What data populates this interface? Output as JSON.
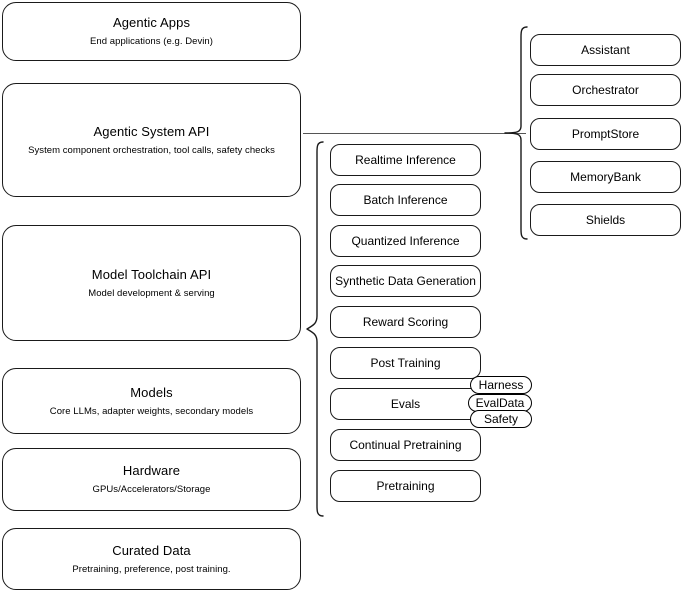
{
  "diagram": {
    "title": "Agentic stack layers",
    "stroke_color": "#1a1a1a",
    "connector_color": "#555555",
    "background": "#ffffff"
  },
  "layers": [
    {
      "name": "agentic-apps",
      "title": "Agentic Apps",
      "subtitle": "End applications (e.g. Devin)"
    },
    {
      "name": "agentic-system-api",
      "title": "Agentic System API",
      "subtitle": "System component orchestration, tool calls, safety checks"
    },
    {
      "name": "model-toolchain-api",
      "title": "Model Toolchain API",
      "subtitle": "Model development & serving"
    },
    {
      "name": "models",
      "title": "Models",
      "subtitle": "Core LLMs, adapter weights, secondary models"
    },
    {
      "name": "hardware",
      "title": "Hardware",
      "subtitle": "GPUs/Accelerators/Storage"
    },
    {
      "name": "curated-data",
      "title": "Curated Data",
      "subtitle": "Pretraining, preference, post training."
    }
  ],
  "toolchain_capabilities": [
    {
      "label": "Realtime Inference"
    },
    {
      "label": "Batch Inference"
    },
    {
      "label": "Quantized Inference"
    },
    {
      "label": "Synthetic Data Generation"
    },
    {
      "label": "Reward Scoring"
    },
    {
      "label": "Post Training"
    },
    {
      "label": "Evals"
    },
    {
      "label": "Continual Pretraining"
    },
    {
      "label": "Pretraining"
    }
  ],
  "evals_pills": [
    {
      "label": "Harness"
    },
    {
      "label": "EvalData"
    },
    {
      "label": "Safety"
    }
  ],
  "system_components": [
    {
      "label": "Assistant"
    },
    {
      "label": "Orchestrator"
    },
    {
      "label": "PromptStore"
    },
    {
      "label": "MemoryBank"
    },
    {
      "label": "Shields"
    }
  ]
}
